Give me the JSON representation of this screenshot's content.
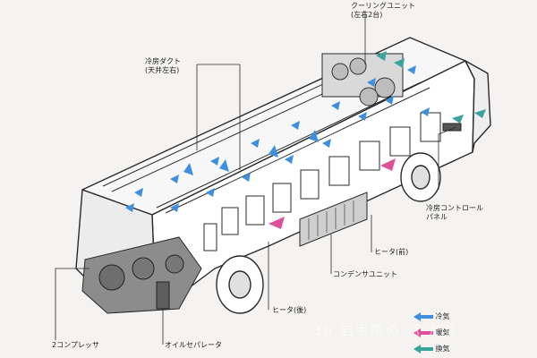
{
  "labels": {
    "cooling_unit": "クーリングユニット",
    "cooling_unit_sub": "(左右2台)",
    "duct": "冷房ダクト",
    "duct_sub": "(天井左右)",
    "control_panel": "冷房コントロール",
    "control_panel_sub": "パネル",
    "heater_front": "ヒータ(前)",
    "condenser": "コンデンサユニット",
    "heater_rear": "ヒータ(後)",
    "compressor": "2コンプレッサ",
    "oil_separator": "オイルセパレータ"
  },
  "legend": [
    {
      "label": "冷気",
      "color": "#3f8fe0",
      "icon": "blue-arrow-icon"
    },
    {
      "label": "暖気",
      "color": "#e0509a",
      "icon": "pink-arrow-icon"
    },
    {
      "label": "換気",
      "color": "#3aa39c",
      "icon": "teal-arrow-icon"
    }
  ],
  "watermark": "3b 岩手県の バ かり",
  "colors": {
    "cold": "#3f8fe0",
    "warm": "#e0509a",
    "vent": "#3aa39c",
    "line": "#2a2a2a"
  }
}
